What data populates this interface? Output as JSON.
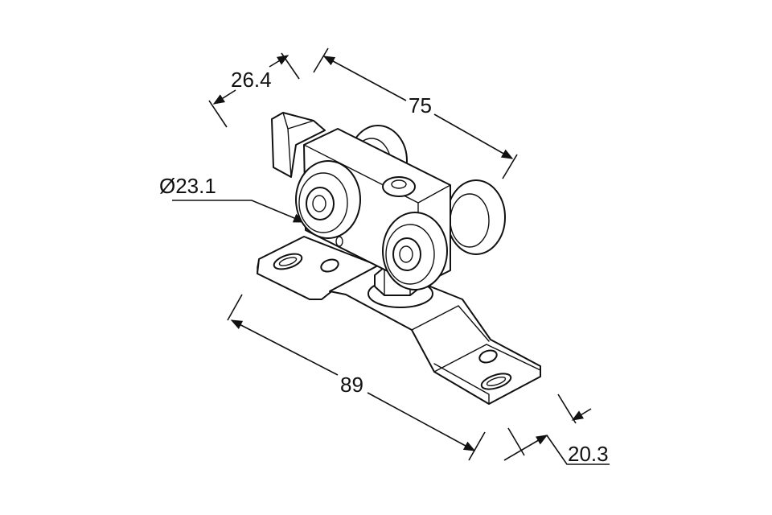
{
  "drawing": {
    "dimensions": {
      "width_top": "26.4",
      "length_top": "75",
      "wheel_diameter": "Ø23.1",
      "base_length": "89",
      "base_width": "20.3"
    }
  },
  "colors": {
    "line": "#111111",
    "background": "#ffffff"
  }
}
